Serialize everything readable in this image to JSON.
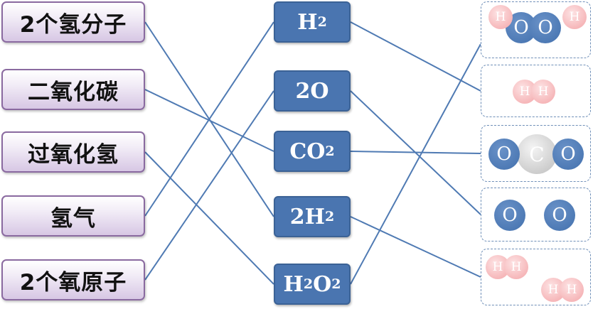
{
  "left_items": [
    {
      "id": "l1",
      "label": "2个氢分子"
    },
    {
      "id": "l2",
      "label": "二氧化碳"
    },
    {
      "id": "l3",
      "label": "过氧化氢"
    },
    {
      "id": "l4",
      "label": "氢气"
    },
    {
      "id": "l5",
      "label": "2个氧原子"
    }
  ],
  "middle_items": [
    {
      "id": "m1",
      "formula": {
        "parts": [
          {
            "t": "H"
          },
          {
            "sub": "2"
          }
        ]
      }
    },
    {
      "id": "m2",
      "formula": {
        "parts": [
          {
            "t": "2O"
          }
        ]
      }
    },
    {
      "id": "m3",
      "formula": {
        "parts": [
          {
            "t": "CO"
          },
          {
            "sub": "2"
          }
        ]
      }
    },
    {
      "id": "m4",
      "formula": {
        "parts": [
          {
            "t": "2H"
          },
          {
            "sub": "2"
          }
        ]
      }
    },
    {
      "id": "m5",
      "formula": {
        "parts": [
          {
            "t": "H"
          },
          {
            "sub": "2"
          },
          {
            "t": "O"
          },
          {
            "sub": "2"
          }
        ]
      }
    }
  ],
  "right_panels": [
    {
      "id": "r1",
      "atoms": [
        "H",
        "O",
        "O",
        "H"
      ]
    },
    {
      "id": "r2",
      "atoms": [
        "H",
        "H"
      ]
    },
    {
      "id": "r3",
      "atoms": [
        "O",
        "C",
        "O"
      ]
    },
    {
      "id": "r4",
      "atoms": [
        "O",
        "O"
      ]
    },
    {
      "id": "r5",
      "atoms": [
        "H",
        "H",
        "H",
        "H"
      ]
    }
  ],
  "connections": [
    {
      "from": "l1",
      "to": "m4"
    },
    {
      "from": "l2",
      "to": "m3"
    },
    {
      "from": "l3",
      "to": "m5"
    },
    {
      "from": "l4",
      "to": "m1"
    },
    {
      "from": "l5",
      "to": "m2"
    },
    {
      "from": "m1",
      "to": "r2"
    },
    {
      "from": "m2",
      "to": "r4"
    },
    {
      "from": "m3",
      "to": "r3"
    },
    {
      "from": "m4",
      "to": "r5"
    },
    {
      "from": "m5",
      "to": "r1"
    }
  ],
  "colors": {
    "left_border": "#8a6aa0",
    "middle_fill": "#4a75b0",
    "line": "#4f7ab3",
    "oxygen": "#4a75b0",
    "carbon": "#c9c9c9",
    "hydrogen": "#f4a9ab",
    "panel_border": "#6f8fb8"
  }
}
